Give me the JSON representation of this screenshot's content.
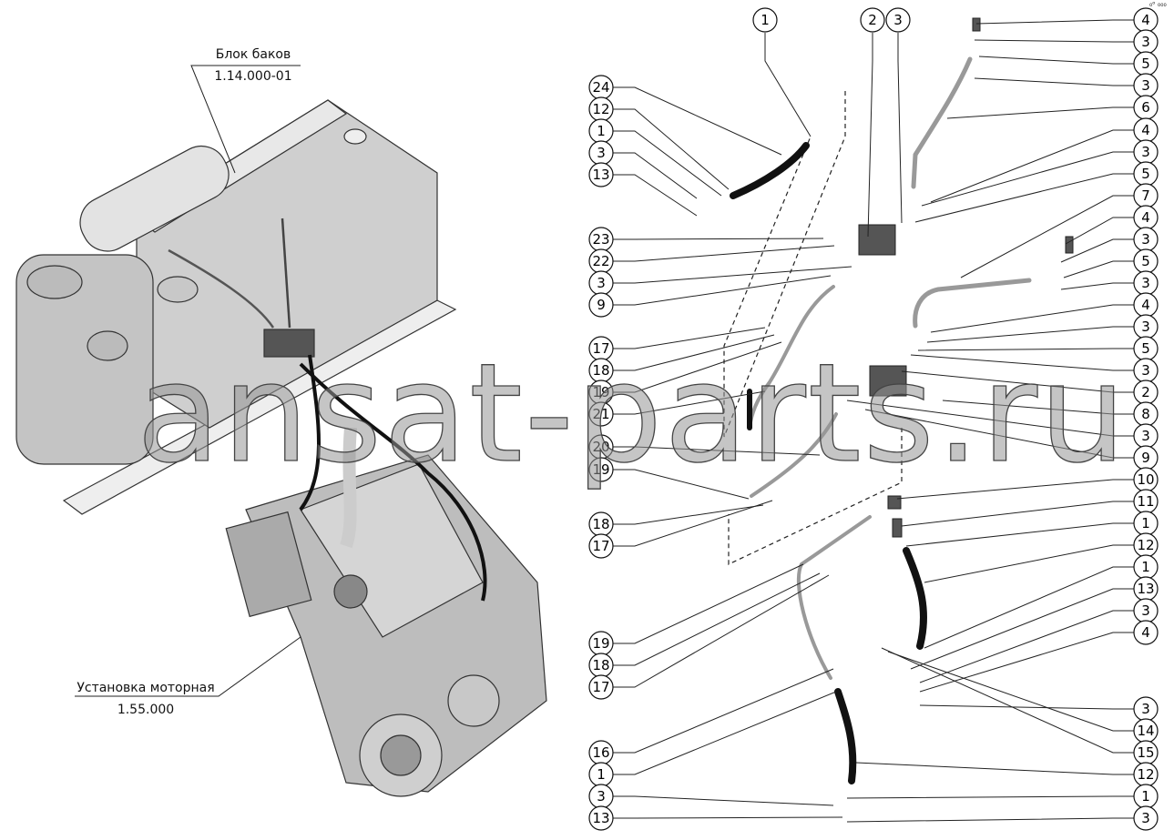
{
  "assemblies": {
    "tank_block": {
      "name": "Блок баков",
      "code": "1.14.000-01"
    },
    "engine": {
      "name": "Установка моторная",
      "code": "1.55.000"
    }
  },
  "watermark": "ansat-parts.ru",
  "corner_mark": "₀ᵒ ₀₀₀",
  "callouts": {
    "top": [
      "1",
      "2",
      "3"
    ],
    "left": [
      "24",
      "12",
      "1",
      "3",
      "13",
      "23",
      "22",
      "3",
      "9",
      "17",
      "18",
      "19",
      "21",
      "20",
      "19",
      "18",
      "17",
      "19",
      "18",
      "17",
      "16",
      "1",
      "3",
      "13"
    ],
    "right": [
      "4",
      "3",
      "5",
      "3",
      "6",
      "4",
      "3",
      "5",
      "7",
      "4",
      "3",
      "5",
      "3",
      "4",
      "3",
      "5",
      "3",
      "2",
      "8",
      "3",
      "9",
      "10",
      "11",
      "1",
      "12",
      "1",
      "13",
      "3",
      "4",
      "3",
      "14",
      "15",
      "12",
      "1",
      "3"
    ]
  }
}
